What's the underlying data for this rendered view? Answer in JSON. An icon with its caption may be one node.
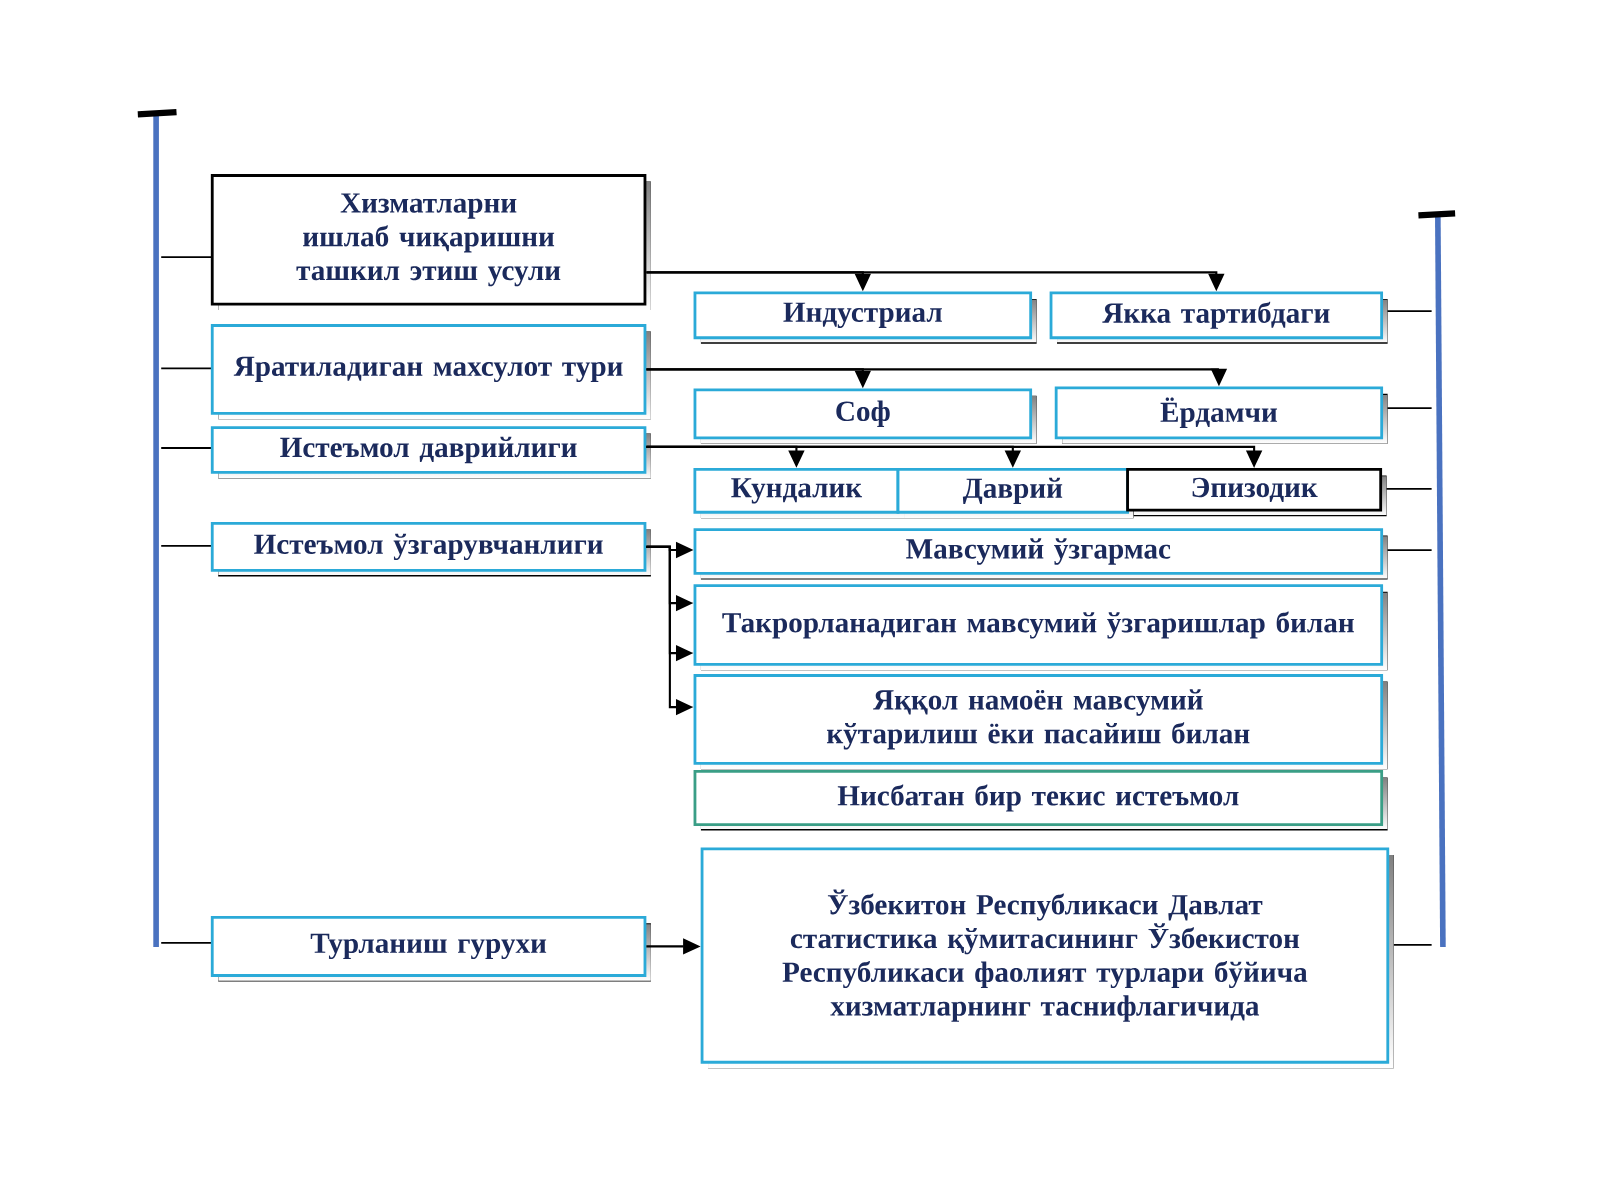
{
  "diagram": {
    "nodes": [
      {
        "text": [
          "Хизматларни ишлаб чиқаришни ташкил этиш усули"
        ]
      },
      {
        "text": [
          "Яратиладиган махсулот тури"
        ]
      },
      {
        "text": [
          "Истеъмол даврийлиги"
        ]
      },
      {
        "text": [
          "Истеъмол ўзгарувчанлиги"
        ]
      },
      {
        "text": [
          "Турланиш гурухи"
        ]
      },
      {
        "text": [
          "Индустриал"
        ]
      },
      {
        "text": [
          "Якка тартибдаги"
        ]
      },
      {
        "text": [
          "Соф"
        ]
      },
      {
        "text": [
          "Ёрдамчи"
        ]
      },
      {
        "text": [
          "Кундалик"
        ]
      },
      {
        "text": [
          "Даврий"
        ]
      },
      {
        "text": [
          "Эпизодик"
        ]
      },
      {
        "text": [
          "Мавсумий ўзгармас"
        ]
      },
      {
        "text": [
          "Такрорланадиган мавсумий ўзгаришлар билан"
        ]
      },
      {
        "text": [
          "Яққол намоён мавсумий кўтарилиш ёки пасайиш билан"
        ]
      },
      {
        "text": [
          "Нисбатан бир текис истеъмол"
        ]
      },
      {
        "text": [
          "Ўзбекитон Республикаси Давлат статистика қўмитасининг Ўзбекистон Республикаси фаолият турлари бўйича хизматларнинг таснифлагичида"
        ]
      }
    ],
    "edges": [
      {
        "from": 0,
        "to": 5,
        "arrow": "to"
      },
      {
        "from": 0,
        "to": 6,
        "arrow": "to"
      },
      {
        "from": 1,
        "to": 7,
        "arrow": "to"
      },
      {
        "from": 1,
        "to": 8,
        "arrow": "to"
      },
      {
        "from": 2,
        "to": 9,
        "arrow": "to"
      },
      {
        "from": 2,
        "to": 10,
        "arrow": "to"
      },
      {
        "from": 2,
        "to": 11,
        "arrow": "to"
      },
      {
        "from": 3,
        "to": 12,
        "arrow": "to"
      },
      {
        "from": 3,
        "to": 13,
        "arrow": "to"
      },
      {
        "from": 3,
        "to": 13,
        "arrow": "to"
      },
      {
        "from": 3,
        "to": 14,
        "arrow": "to"
      },
      {
        "from": 4,
        "to": 16,
        "arrow": "to"
      }
    ]
  }
}
